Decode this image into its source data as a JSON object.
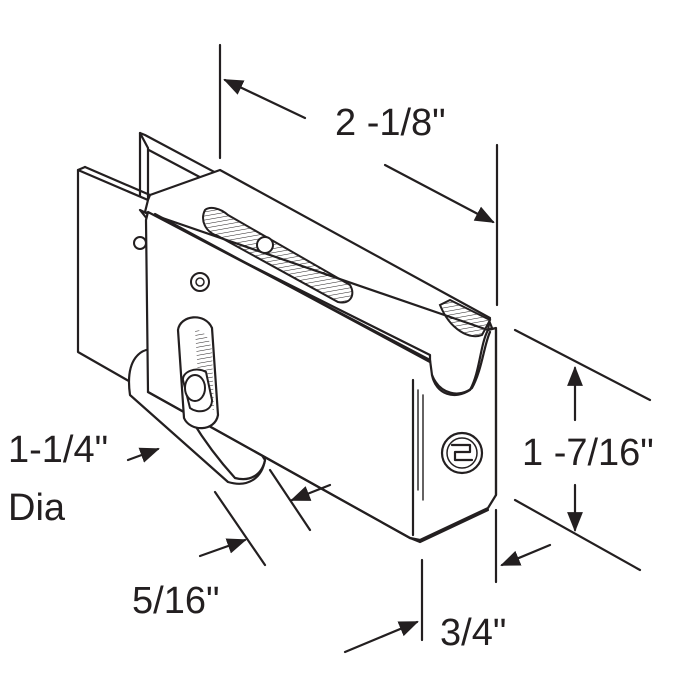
{
  "dimensions": {
    "length": "2 -1/8\"",
    "height": "1 -7/16\"",
    "wheel_diameter": "1-1/4\"",
    "wheel_diameter_suffix": "Dia",
    "wheel_width": "5/16\"",
    "housing_width": "3/4\""
  },
  "colors": {
    "line": "#231f20",
    "background": "#ffffff"
  }
}
